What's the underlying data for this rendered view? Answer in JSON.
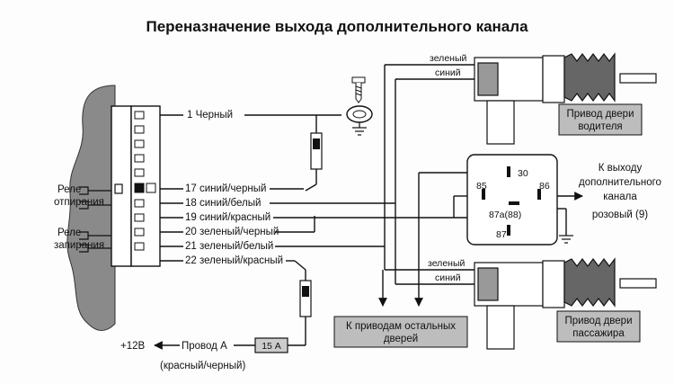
{
  "title": "Переназначение выхода дополнительного канала",
  "wires": [
    {
      "label": "1 Черный"
    },
    {
      "label": "17 синий/черный"
    },
    {
      "label": "18 синий/белый"
    },
    {
      "label": "19 синий/красный"
    },
    {
      "label": "20 зеленый/черный"
    },
    {
      "label": "21 зеленый/белый"
    },
    {
      "label": "22 зеленый/красный"
    }
  ],
  "relays": {
    "unlock": [
      "Реле",
      "отпирания"
    ],
    "lock": [
      "Реле",
      "запирания"
    ]
  },
  "actuator_driver": {
    "wire_green": "зеленый",
    "wire_blue": "синий",
    "caption": [
      "Привод двери",
      "водителя"
    ]
  },
  "actuator_passenger": {
    "wire_green": "зеленый",
    "wire_blue": "синий",
    "caption": [
      "Привод двери",
      "пассажира"
    ]
  },
  "other_doors": [
    "К приводам остальных",
    "дверей"
  ],
  "relay_pins": {
    "p30": "30",
    "p85": "85",
    "p86": "86",
    "p87a": "87a(88)",
    "p87": "87"
  },
  "aux_output": [
    "К выходу",
    "дополнительного",
    "канала",
    "розовый (9)"
  ],
  "power": {
    "voltage": "+12В",
    "wire": "Провод А",
    "wire_color": "(красный/черный)",
    "fuse": "15 А"
  }
}
